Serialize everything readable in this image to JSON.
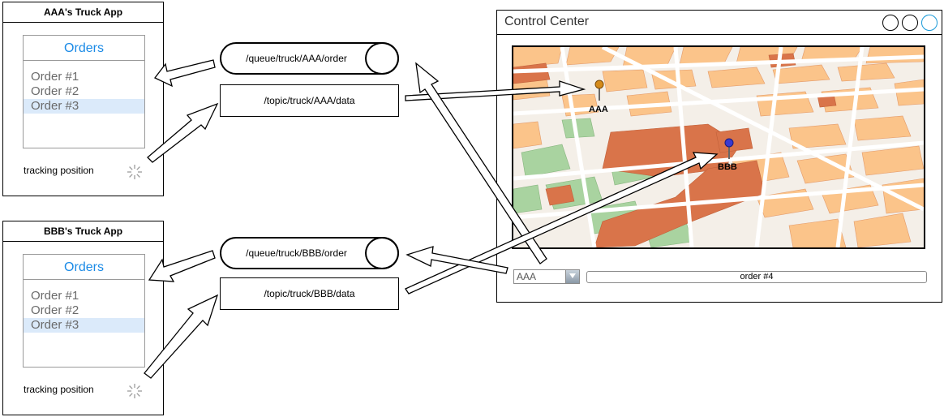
{
  "apps": [
    {
      "title": "AAA's Truck App",
      "orders_header": "Orders",
      "orders": [
        "Order #1",
        "Order #2",
        "Order #3"
      ],
      "selected_index": 2,
      "tracking_label": "tracking position"
    },
    {
      "title": "BBB's Truck App",
      "orders_header": "Orders",
      "orders": [
        "Order #1",
        "Order #2",
        "Order #3"
      ],
      "selected_index": 2,
      "tracking_label": "tracking position"
    }
  ],
  "channels": {
    "aaa_queue": "/queue/truck/AAA/order",
    "aaa_topic": "/topic/truck/AAA/data",
    "bbb_queue": "/queue/truck/BBB/order",
    "bbb_topic": "/topic/truck/BBB/data"
  },
  "control_center": {
    "title": "Control Center",
    "pins": [
      {
        "label": "AAA",
        "color": "#d48a1a"
      },
      {
        "label": "BBB",
        "color": "#3a3ad0"
      }
    ],
    "truck_select": "AAA",
    "order_value": "order #4"
  },
  "colors": {
    "order_header": "#1a8ae6",
    "selected_row": "#dbeafa",
    "map_street": "#ffffff",
    "map_block": "#fbc48a",
    "map_park": "#a9d3a0",
    "map_dense": "#d9744a"
  }
}
